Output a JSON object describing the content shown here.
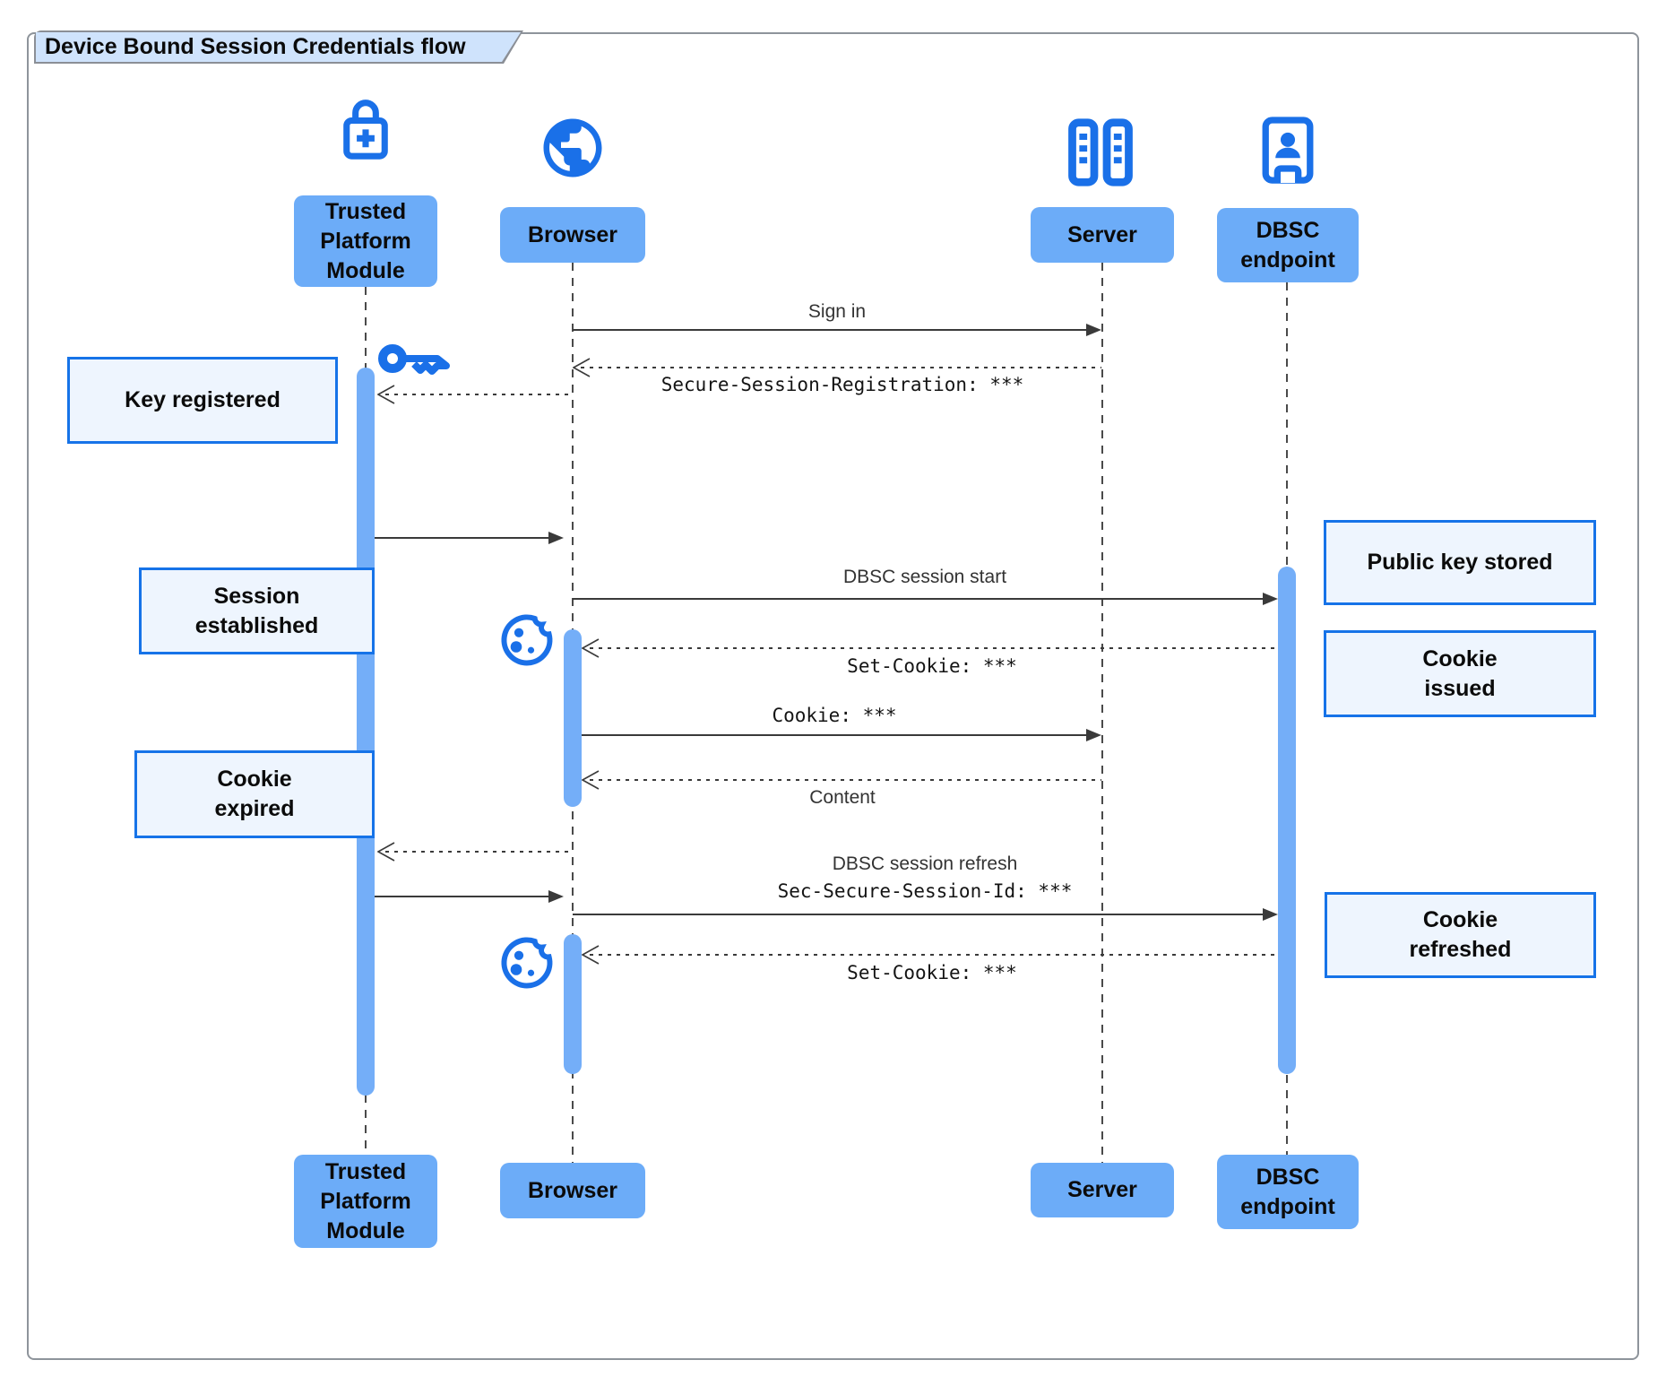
{
  "title": "Device Bound Session Credentials flow",
  "participants": {
    "tpm": {
      "label": "Trusted Platform Module",
      "icon": "lock-plus-icon"
    },
    "browser": {
      "label": "Browser",
      "icon": "globe-icon"
    },
    "server": {
      "label": "Server",
      "icon": "server-racks-icon"
    },
    "dbsc": {
      "label": "DBSC endpoint",
      "icon": "door-person-icon"
    }
  },
  "messages": {
    "sign_in": "Sign in",
    "secure_session_registration": "Secure-Session-Registration: ***",
    "dbsc_session_start": "DBSC session start",
    "set_cookie_1": "Set-Cookie: ***",
    "cookie": "Cookie: ***",
    "content": "Content",
    "dbsc_session_refresh": "DBSC session refresh",
    "sec_secure_session_id": "Sec-Secure-Session-Id: ***",
    "set_cookie_2": "Set-Cookie: ***"
  },
  "notes": {
    "key_registered": {
      "lines": [
        "Key registered"
      ]
    },
    "session_established": {
      "lines": [
        "Session",
        "established"
      ]
    },
    "cookie_expired": {
      "lines": [
        "Cookie",
        "expired"
      ]
    },
    "public_key_stored": {
      "lines": [
        "Public key stored"
      ]
    },
    "cookie_issued": {
      "lines": [
        "Cookie",
        "issued"
      ]
    },
    "cookie_refreshed": {
      "lines": [
        "Cookie",
        "refreshed"
      ]
    }
  },
  "decorations": {
    "key_icon": "key-icon",
    "cookie_icon_1": "cookie-icon",
    "cookie_icon_2": "cookie-icon"
  },
  "colors": {
    "participant_fill": "#6cacf8",
    "activation_fill": "#74aef8",
    "note_fill": "#eef5fe",
    "note_border": "#1673e8",
    "icon_blue": "#1a70e8",
    "line": "#3a3a3a",
    "title_fill": "#cfe3fc",
    "frame_border": "#8e949b"
  }
}
